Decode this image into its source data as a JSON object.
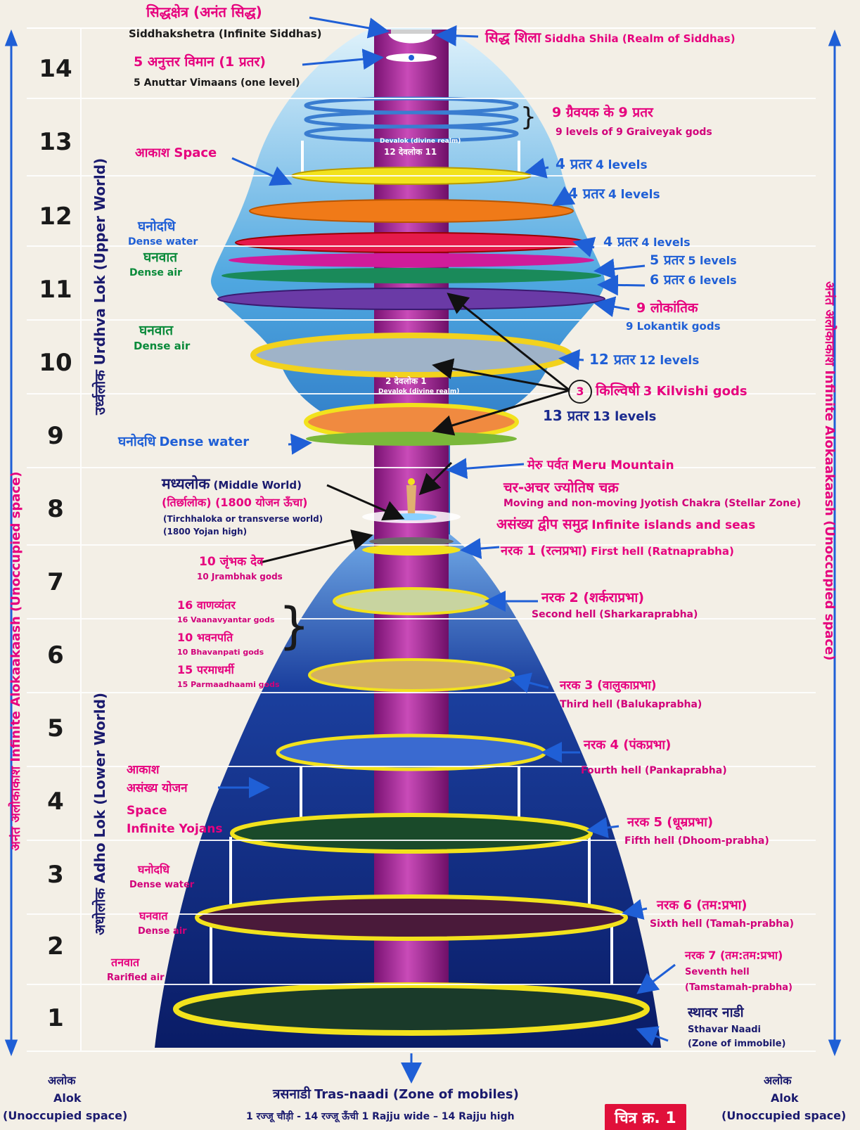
{
  "rajju_levels": [
    "14",
    "13",
    "12",
    "11",
    "10",
    "9",
    "8",
    "7",
    "6",
    "5",
    "4",
    "3",
    "2",
    "1"
  ],
  "top": {
    "siddhakshetra_hi": "सिद्धक्षेत्र (अनंत सिद्ध)",
    "siddhakshetra_en": "Siddhakshetra (Infinite Siddhas)",
    "anuttar_hi": "5 अनुत्तर विमान (1 प्रतर)",
    "anuttar_en": "5 Anuttar Vimaans (one level)",
    "siddha_shila_hi": "सिद्ध शिला",
    "siddha_shila_en": "Siddha Shila (Realm of Siddhas)"
  },
  "upper": {
    "graiveyak_hi": "9 ग्रैवयक के 9 प्रतर",
    "graiveyak_en": "9 levels of 9 Graiveyak gods",
    "akash": "आकाश Space",
    "devalok_top_en": "Devalok (divine realm)",
    "devalok_top_hi": "12 देवलोक 11",
    "p4a_hi": "4 प्रतर",
    "p4a_en": "4 levels",
    "p4b_hi": "4 प्रतर",
    "p4b_en": "4 levels",
    "p4c_hi": "4 प्रतर",
    "p4c_en": "4 levels",
    "p5_hi": "5 प्रतर",
    "p5_en": "5 levels",
    "p6_hi": "6 प्रतर",
    "p6_en": "6 levels",
    "ghanodadhi_hi": "घनोदधि",
    "ghanodadhi_en": "Dense water",
    "ghanvat_hi": "घनवात",
    "ghanvat_en": "Dense air",
    "ghanvat2_hi": "घनवात",
    "ghanvat2_en": "Dense air",
    "lokantik_hi": "9 लोकांतिक",
    "lokantik_en": "9 Lokantik gods",
    "p12_hi": "12 प्रतर",
    "p12_en": "12 levels",
    "kilvishi_num": "3",
    "kilvishi_hi": "किल्विषी",
    "kilvishi_en": "3 Kilvishi gods",
    "p13_hi": "13 प्रतर",
    "p13_en": "13 levels",
    "devalok_bot_hi": "2 देवलोक 1",
    "devalok_bot_en": "Devalok (divine realm)",
    "ghanodadhi_base_hi": "घनोदधि",
    "ghanodadhi_base_en": "Dense water"
  },
  "middle": {
    "meru_hi": "मेरु पर्वत",
    "meru_en": "Meru Mountain",
    "jyotish_hi": "चर-अचर ज्योतिष चक्र",
    "jyotish_en": "Moving and non-moving Jyotish Chakra (Stellar Zone)",
    "islands_hi": "असंख्य द्वीप समुद्र",
    "islands_en": "Infinite islands and seas",
    "madhya_hi": "मध्यलोक",
    "madhya_en": "(Middle World)",
    "tirchha_hi": "(तिर्छालोक) (1800 योजन ऊँचा)",
    "tirchha_en1": "(Tirchhaloka or transverse world)",
    "tirchha_en2": "(1800 Yojan high)"
  },
  "lower_gods": {
    "jrambhak_hi": "10 जृंभक देव",
    "jrambhak_en": "10 Jrambhak gods",
    "vaana_hi": "16 वाणव्यंतर",
    "vaana_en": "16 Vaanavyantar gods",
    "bhavan_hi": "10 भवनपति",
    "bhavan_en": "10 Bhavanpati gods",
    "param_hi": "15 परमाधर्मी",
    "param_en": "15 Parmaadhaami gods"
  },
  "hells": [
    {
      "hi": "नरक 1 (रत्नप्रभा)",
      "en": "First hell (Ratnaprabha)"
    },
    {
      "hi": "नरक 2 (शर्कराप्रभा)",
      "en": "Second hell (Sharkaraprabha)"
    },
    {
      "hi": "नरक 3 (वालुकाप्रभा)",
      "en": "Third hell (Balukaprabha)"
    },
    {
      "hi": "नरक 4 (पंकप्रभा)",
      "en": "Fourth hell (Pankaprabha)"
    },
    {
      "hi": "नरक 5 (धूम्रप्रभा)",
      "en": "Fifth hell (Dhoom-prabha)"
    },
    {
      "hi": "नरक 6 (तम:प्रभा)",
      "en": "Sixth hell (Tamah-prabha)"
    },
    {
      "hi": "नरक 7 (तम:तम:प्रभा)",
      "en1": "Seventh hell",
      "en2": "(Tamstamah-prabha)"
    }
  ],
  "lower_left": {
    "akash_hi": "आकाश",
    "asankhya_hi": "असंख्य योजन",
    "space_en": "Space",
    "yojans_en": "Infinite Yojans",
    "ghanodadhi_hi": "घनोदधि",
    "ghanodadhi_en": "Dense water",
    "ghanvat_hi": "घनवात",
    "ghanvat_en": "Dense air",
    "tanvat_hi": "तनवात",
    "tanvat_en": "Rarified air"
  },
  "sthavar": {
    "hi": "स्थावर नाडी",
    "en1": "Sthavar Naadi",
    "en2": "(Zone of immobile)"
  },
  "side": {
    "left": "अनंत अलोकाकाश Infinite Alokaakaash (Unoccupied space)",
    "right": "अनंत अलोकाकाश Infinite Alokaakaash (Unoccupied space)",
    "urdhva": "उर्ध्वलोक Urdhva Lok (Upper World)",
    "adho": "अधोलोक Adho Lok (Lower World)"
  },
  "bottom": {
    "alok_left_hi": "अलोक",
    "alok_left_en": "Alok",
    "alok_left_sub": "(Unoccupied space)",
    "alok_right_hi": "अलोक",
    "alok_right_en": "Alok",
    "alok_right_sub": "(Unoccupied space)",
    "tras_hi": "त्रसनाडी",
    "tras_en": "Tras-naadi (Zone of mobiles)",
    "rajju_line": "1 रज्जू चौड़ी - 14 रज्जू ऊँची   1 Rajju wide – 14 Rajju high",
    "figure": "चित्र क्र. 1"
  }
}
